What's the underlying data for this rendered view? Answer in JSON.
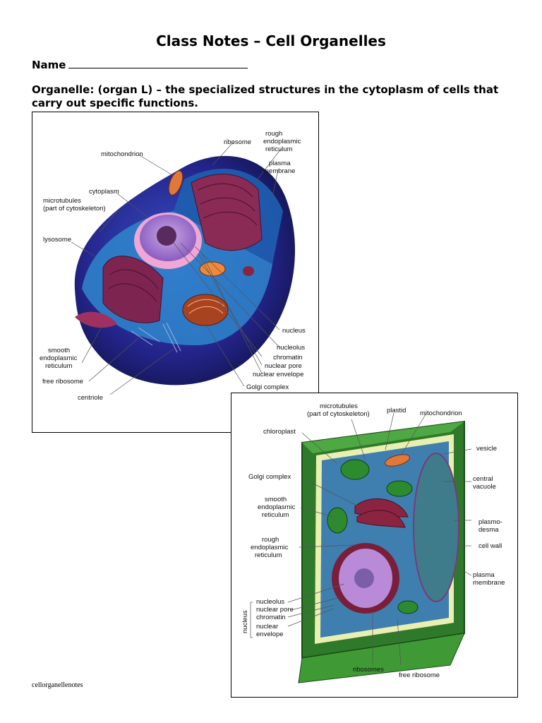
{
  "title": "Class Notes – Cell Organelles",
  "name_label": "Name",
  "definition": "Organelle: (organ L) – the specialized structures in the cytoplasm of cells that carry out specific functions.",
  "animal_cell": {
    "labels": {
      "ribosome": "ribosome",
      "rough_er_1": "rough",
      "rough_er_2": "endoplasmic",
      "rough_er_3": "reticulum",
      "mitochondrion": "mitochondrion",
      "plasma_1": "plasma",
      "plasma_2": "membrane",
      "cytoplasm": "cytoplasm",
      "microtubules_1": "microtubules",
      "microtubules_2": "(part of cytoskeleton)",
      "lysosome": "lysosome",
      "nucleus": "nucleus",
      "nucleolus": "nucleolus",
      "smooth_1": "smooth",
      "smooth_2": "endoplasmic",
      "smooth_3": "reticulum",
      "chromatin": "chromatin",
      "nuclear_pore": "nuclear pore",
      "nuclear_envelope": "nuclear envelope",
      "free_ribosome": "free ribosome",
      "golgi": "Golgi complex",
      "centriole": "centriole"
    }
  },
  "plant_cell": {
    "labels": {
      "microtubules_1": "microtubules",
      "microtubules_2": "(part of cytoskeleton)",
      "plastid": "plastid",
      "mitochondrion": "mitochondrion",
      "chloroplast": "chloroplast",
      "vesicle": "vesicle",
      "golgi": "Golgi complex",
      "central_1": "central",
      "central_2": "vacuole",
      "smooth_1": "smooth",
      "smooth_2": "endoplasmic",
      "smooth_3": "reticulum",
      "plasmo_1": "plasmo-",
      "plasmo_2": "desma",
      "rough_1": "rough",
      "rough_2": "endoplasmic",
      "rough_3": "reticulum",
      "cell_wall": "cell wall",
      "plasma_1": "plasma",
      "plasma_2": "membrane",
      "nucleolus": "nucleolus",
      "nuclear_pore": "nuclear pore",
      "chromatin": "chromatin",
      "nuclear_1": "nuclear",
      "nuclear_2": "envelope",
      "nucleus": "nucleus",
      "ribosomes": "ribosomes",
      "free_ribosome": "free ribosome"
    }
  },
  "footer": "cellorganellenotes"
}
